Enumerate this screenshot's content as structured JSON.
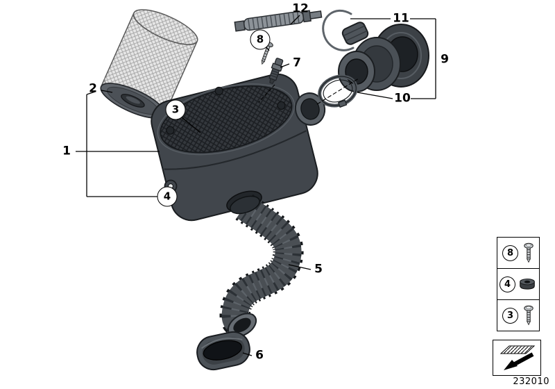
{
  "meta": {
    "drawing_number": "232010"
  },
  "callouts": {
    "n1": "1",
    "n2": "2",
    "n3": "3",
    "n4": "4",
    "n5": "5",
    "n6": "6",
    "n7": "7",
    "n8": "8",
    "n9": "9",
    "n10": "10",
    "n11": "11",
    "n12": "12"
  },
  "legend": {
    "rows": [
      {
        "number": "8",
        "icon": "screw-icon"
      },
      {
        "number": "4",
        "icon": "grommet-icon"
      },
      {
        "number": "3",
        "icon": "screw-icon"
      }
    ],
    "symbol": "direction-arrow-icon"
  },
  "colors": {
    "background": "#ffffff",
    "line": "#000000",
    "housing_gray": "#41464c",
    "filter_hatch": "#e6e6e6"
  }
}
